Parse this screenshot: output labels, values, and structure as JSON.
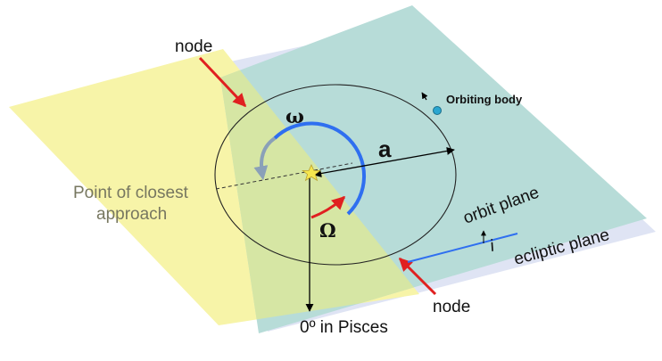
{
  "labels": {
    "node_top": "node",
    "node_bottom": "node",
    "orbiting_body": "Orbiting body",
    "semi_major_axis": "a",
    "omega_lower": "ω",
    "omega_upper": "Ω",
    "point_line1": "Point of closest",
    "point_line2": "approach",
    "orbit_plane": "orbit plane",
    "ecliptic_plane": "ecliptic plane",
    "inclination": "i",
    "reference_direction": "0º in Pisces"
  },
  "colors": {
    "ecliptic_plane": "#dfe4f4",
    "orbit_plane": "#b7dcd8",
    "yellow_plane": "#f7f4a8",
    "overlap": "#d6e6a4",
    "node_arrow": "#e02020",
    "omega_arc": "#2f6ff0",
    "Omega_arc": "#e02020",
    "body": "#2aa6d0"
  }
}
